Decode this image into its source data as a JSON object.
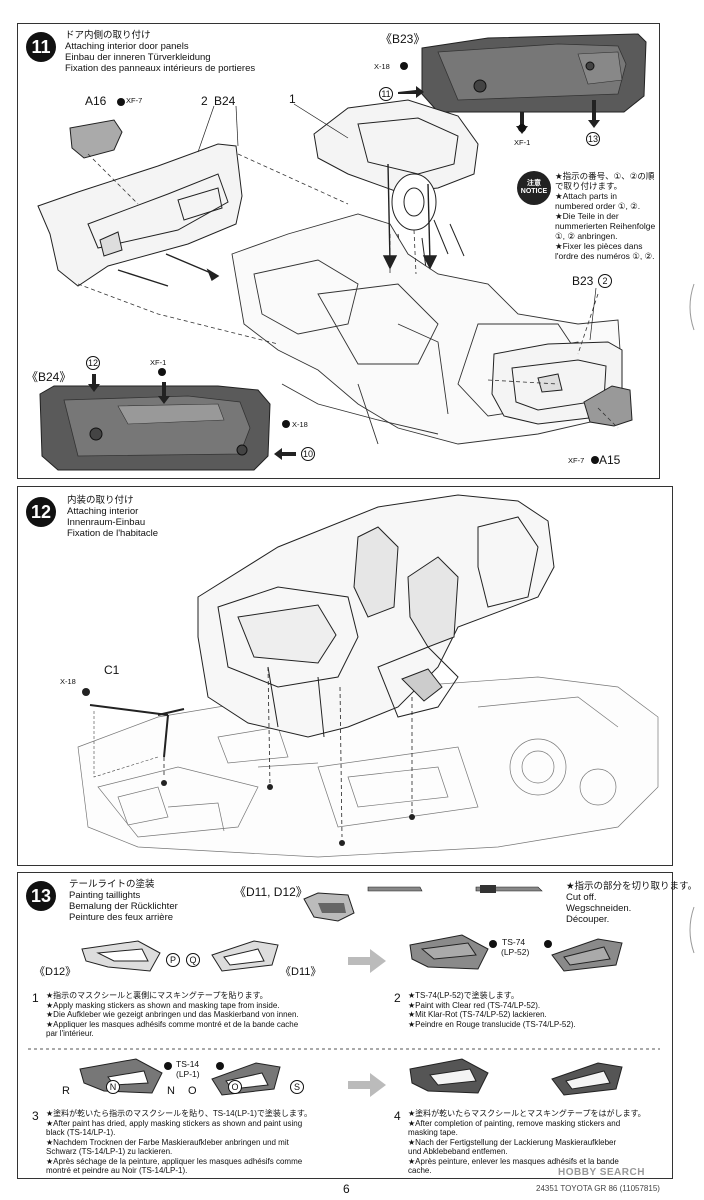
{
  "step11": {
    "number": "11",
    "title_jp": "ドア内側の取り付け",
    "title_en": "Attaching interior door panels",
    "title_de": "Einbau der inneren Türverkleidung",
    "title_fr": "Fixation des panneaux intérieurs de portieres",
    "labels": {
      "a16": "A16",
      "xf7_left": "XF-7",
      "step2": "2",
      "b24": "B24",
      "step1": "1",
      "b23_top": "《B23》",
      "x18_top": "X-18",
      "c11": "11",
      "xf1_top": "XF-1",
      "c13": "13",
      "b23_right": "B23",
      "c2_right": "2",
      "b24_bottom": "《B24》",
      "c12": "12",
      "xf1_left": "XF-1",
      "x18_left": "X-18",
      "c10": "10",
      "xf7_right": "XF-7",
      "a15": "A15"
    },
    "notice": {
      "badge_top": "注意",
      "badge_bottom": "NOTICE",
      "lines": [
        "★指示の番号、①、②の順",
        "で取り付けます。",
        "★Attach parts in",
        "numbered order ①, ②.",
        "★Die Teile in der",
        "nummerierten Reihenfolge",
        "①, ② anbringen.",
        "★Fixer les pièces dans",
        "l'ordre des numéros ①, ②."
      ]
    }
  },
  "step12": {
    "number": "12",
    "title_jp": "内装の取り付け",
    "title_en": "Attaching interior",
    "title_de": "Innenraum-Einbau",
    "title_fr": "Fixation de l'habitacle",
    "labels": {
      "x18": "X-18",
      "c1": "C1"
    }
  },
  "step13": {
    "number": "13",
    "title_jp": "テールライトの塗装",
    "title_en": "Painting taillights",
    "title_de": "Bemalung der Rücklichter",
    "title_fr": "Peinture des feux arrière",
    "d11d12": "《D11, D12》",
    "cutoff": [
      "★指示の部分を切り取ります。",
      "Cut off.",
      "Wegschneiden.",
      "Découper."
    ],
    "labels": {
      "d12": "《D12》",
      "d11": "《D11》",
      "p": "P",
      "q": "Q",
      "r": "R",
      "n": "N",
      "o": "O",
      "s": "S",
      "ts74": "TS-74",
      "lp52": "(LP-52)",
      "ts14": "TS-14",
      "lp1": "(LP-1)"
    },
    "instructions": [
      {
        "num": "1",
        "lines": [
          "★指示のマスクシールと裏側にマスキングテープを貼ります。",
          "★Apply masking stickers as shown and masking tape from inside.",
          "★Die Aufkleber wie gezeigt anbringen und das Maskierband von innen.",
          "★Appliquer les masques adhésifs comme montré et de la bande cache",
          "par l'intérieur."
        ]
      },
      {
        "num": "2",
        "lines": [
          "★TS-74(LP-52)で塗装します。",
          "★Paint with Clear red (TS-74/LP-52).",
          "★Mit Klar-Rot (TS-74/LP-52) lackieren.",
          "★Peindre en Rouge translucide (TS-74/LP-52)."
        ]
      },
      {
        "num": "3",
        "lines": [
          "★塗料が乾いたら指示のマスクシールを貼り、TS-14(LP-1)で塗装します。",
          "★After paint has dried, apply masking stickers as shown and paint using",
          "black (TS-14/LP-1).",
          "★Nachdem Trocknen der Farbe Maskieraufkleber anbringen und mit",
          "Schwarz (TS-14/LP-1) zu lackieren.",
          "★Après séchage de la peinture, appliquer les masques adhésifs comme",
          "montré et peindre au Noir (TS-14/LP-1)."
        ]
      },
      {
        "num": "4",
        "lines": [
          "★塗料が乾いたらマスクシールとマスキングテープをはがします。",
          "★After completion of painting, remove masking stickers and",
          "masking tape.",
          "★Nach der Fertigstellung der Lackierung Maskieraufkleber",
          "und Abklebeband entfemen.",
          "★Après peinture, enlever les masques adhésifs et la bande",
          "cache."
        ]
      }
    ]
  },
  "footer": {
    "page": "6",
    "code": "24351  TOYOTA GR 86 (11057815)",
    "watermark": "HOBBY SEARCH"
  }
}
